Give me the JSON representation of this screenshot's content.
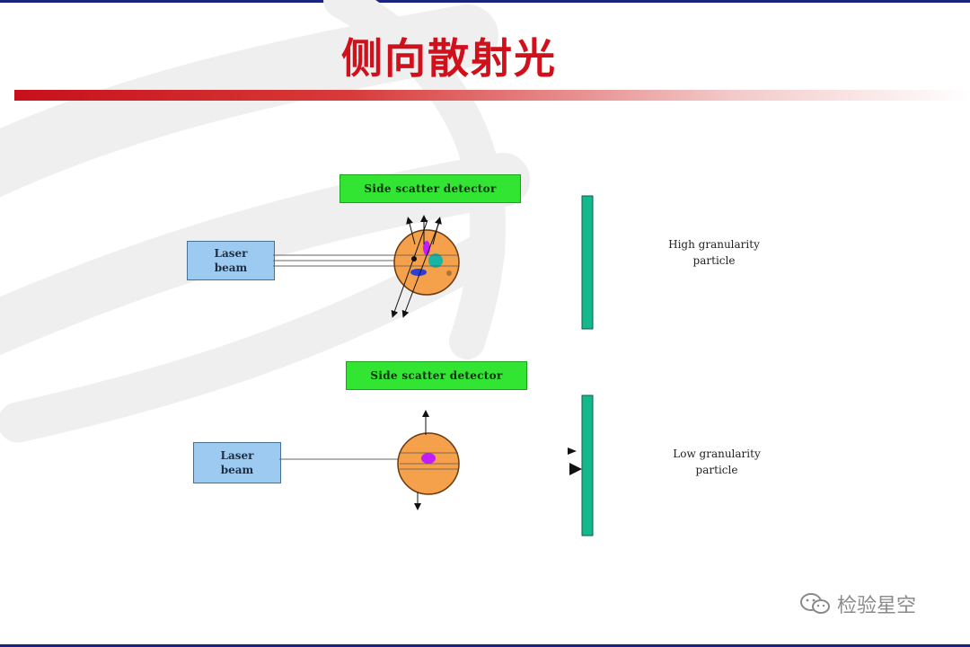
{
  "slide": {
    "title": "侧向散射光"
  },
  "top_panel": {
    "detector_label": "Side scatter detector",
    "laser_label": "Laser\nbeam",
    "caption": "High granularity\nparticle"
  },
  "bottom_panel": {
    "detector_label": "Side scatter detector",
    "laser_label": "Laser\nbeam",
    "caption": "Low granularity\nparticle"
  },
  "colors": {
    "title": "#d0101a",
    "detector_fill": "#33e533",
    "laser_fill": "#9ccaf0",
    "cell_fill": "#f5a04a",
    "screen_fill": "#14b88a"
  },
  "watermark": {
    "icon": "wechat-icon",
    "text": "检验星空"
  }
}
